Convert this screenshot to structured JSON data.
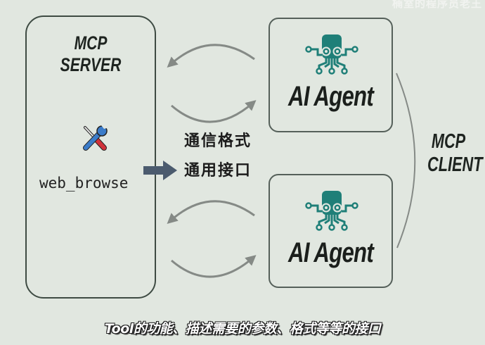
{
  "watermark": "楠室的程序员老王",
  "server": {
    "title_line1": "MCP",
    "title_line2": "SERVER",
    "tool_icon": "wrench-screwdriver-icon",
    "tool_name": "web_browse"
  },
  "middle": {
    "line1": "通信格式",
    "line2": "通用接口"
  },
  "agents": [
    {
      "label": "AI Agent",
      "icon": "octopus-robot-icon"
    },
    {
      "label": "AI Agent",
      "icon": "octopus-robot-icon"
    }
  ],
  "client": {
    "line1": "MCP",
    "line2": "CLIENT"
  },
  "caption": "Tool的功能、描述需要的参数、格式等等的接口",
  "colors": {
    "background": "#e1e7e0",
    "accent_teal": "#1f7f78",
    "arrow_gray": "#858a86",
    "pointer_arrow": "#4b5b6e"
  }
}
